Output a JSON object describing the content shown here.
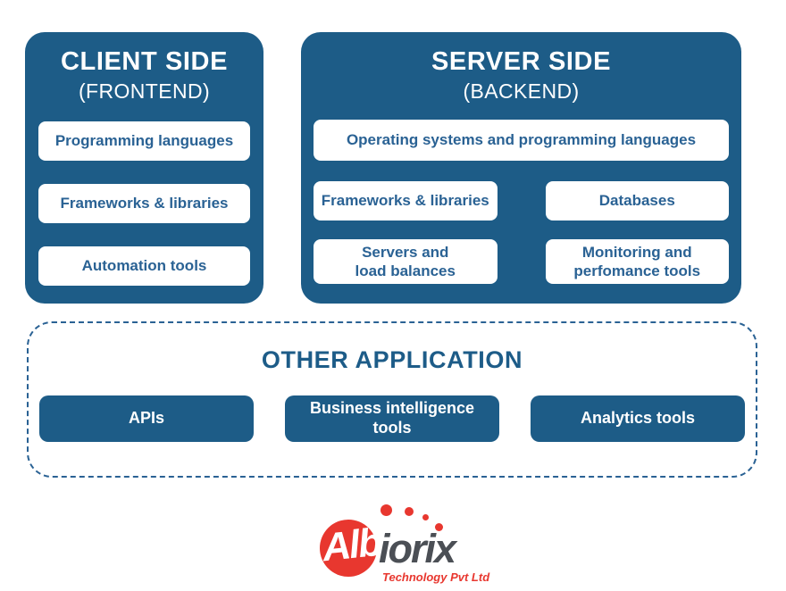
{
  "colors": {
    "panel_blue": "#1d5c87",
    "item_text_blue": "#2a6294",
    "section_title_blue": "#1d5c88",
    "dashed_border_blue": "#2a6294",
    "logo_red": "#e8372f",
    "logo_dark_gray": "#4b4f55",
    "background": "#ffffff"
  },
  "client_panel": {
    "title": "CLIENT SIDE",
    "subtitle": "(FRONTEND)",
    "items": [
      "Programming languages",
      "Frameworks & libraries",
      "Automation tools"
    ]
  },
  "server_panel": {
    "title": "SERVER SIDE",
    "subtitle": "(BACKEND)",
    "wide_item": "Operating systems and programming languages",
    "items": [
      "Frameworks & libraries",
      "Databases",
      "Servers and\nload balances",
      "Monitoring and\nperfomance tools"
    ]
  },
  "other_application": {
    "title": "OTHER APPLICATION",
    "items": [
      "APIs",
      "Business intelligence\ntools",
      "Analytics tools"
    ]
  },
  "logo": {
    "prefix": "Alb",
    "suffix": "iorix",
    "tagline": "Technology Pvt Ltd"
  }
}
